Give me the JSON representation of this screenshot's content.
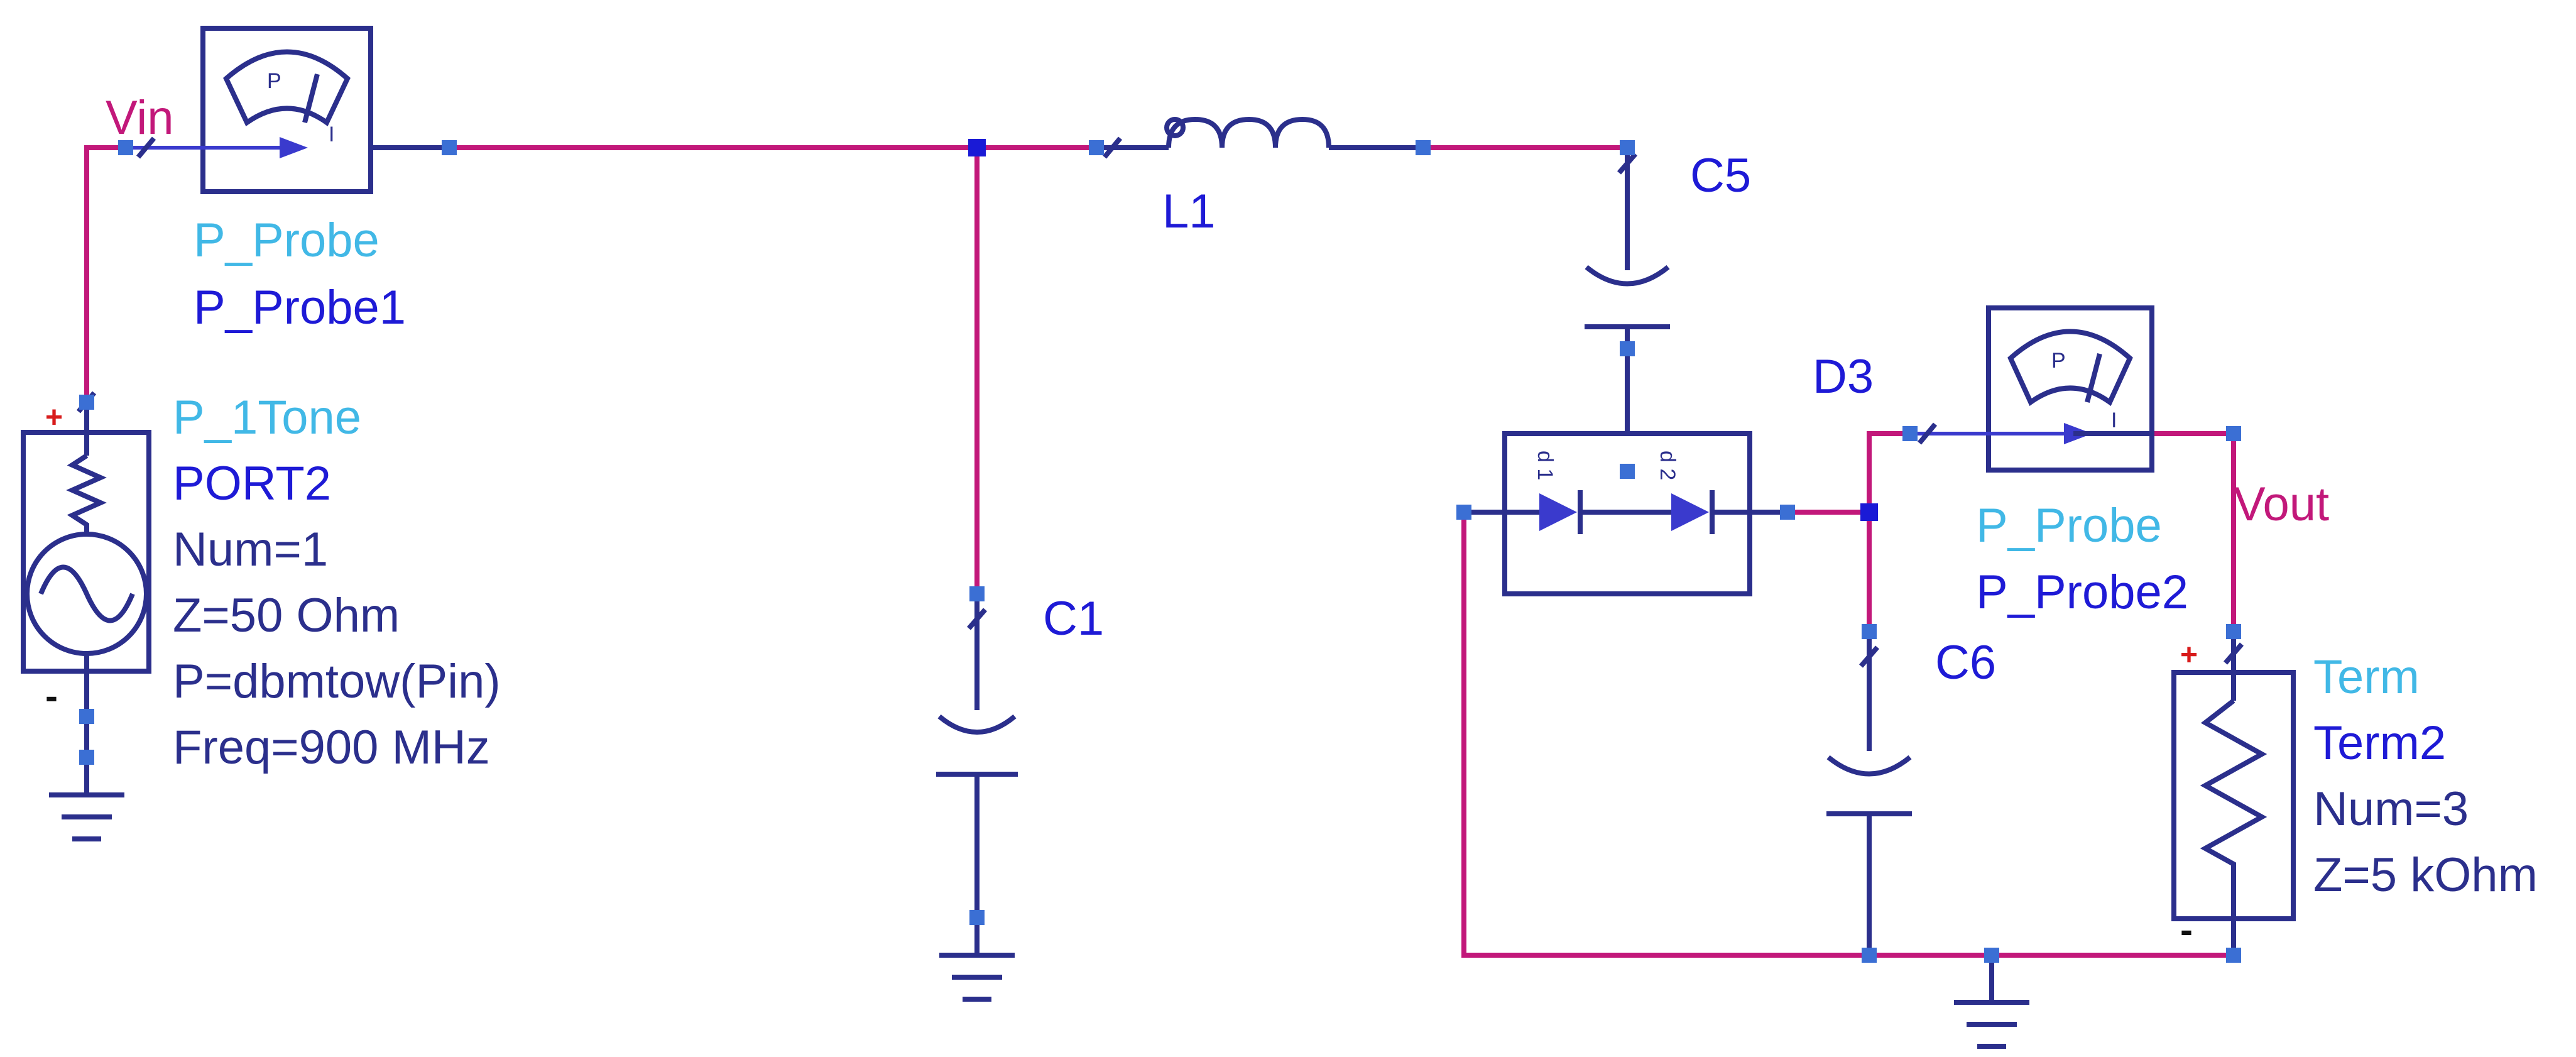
{
  "nets": {
    "vin": "Vin",
    "vout": "Vout"
  },
  "probe1": {
    "type": "P_Probe",
    "name": "P_Probe1",
    "dial_letter": "P",
    "meter_letter": "I"
  },
  "probe2": {
    "type": "P_Probe",
    "name": "P_Probe2",
    "dial_letter": "P",
    "meter_letter": "I"
  },
  "source": {
    "type": "P_1Tone",
    "name": "PORT2",
    "num": "Num=1",
    "z": "Z=50 Ohm",
    "p": "P=dbmtow(Pin)",
    "freq": "Freq=900 MHz",
    "plus": "+",
    "minus": "-"
  },
  "components": {
    "l1": "L1",
    "c1": "C1",
    "c5": "C5",
    "c6": "C6",
    "d3": "D3",
    "d1_label": "d 1",
    "d2_label": "d 2"
  },
  "term": {
    "type": "Term",
    "name": "Term2",
    "num": "Num=3",
    "z": "Z=5 kOhm",
    "plus": "+",
    "minus": "-"
  },
  "colors": {
    "wire": "#c2187a",
    "component": "#2b2f8c",
    "type_label": "#41b8e6",
    "instance_label": "#1e1ad6"
  }
}
